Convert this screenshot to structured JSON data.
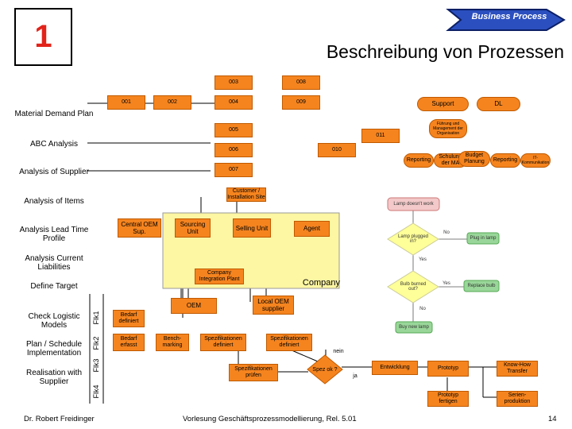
{
  "header": {
    "number": "1",
    "title": "Beschreibung von Prozessen",
    "badge": "Business Process"
  },
  "left_labels": [
    "Material Demand Plan",
    "ABC Analysis",
    "Analysis of Supplier",
    "Analysis of Items",
    "Analysis Lead Time Profile",
    "Analysis Current Liabilities",
    "Define Target",
    "Check Logistic Models",
    "Plan / Schedule Implementation",
    "Realisation with Supplier"
  ],
  "flk": [
    "Flk1",
    "Flk2",
    "Flk3",
    "Flk4"
  ],
  "nodes": {
    "n003": "003",
    "n008": "008",
    "n001": "001",
    "n002": "002",
    "n004": "004",
    "n009": "009",
    "n005": "005",
    "n011": "011",
    "n006": "006",
    "n010": "010",
    "n007": "007",
    "support": "Support",
    "dl": "DL",
    "fuehrung": "Führung und Management der Organisation",
    "reporting1": "Reporting",
    "schulung": "Schulung der MA",
    "budget": "Budget Planung",
    "reporting2": "Reporting",
    "it": "IT-Kommunikation",
    "customer": "Customer / Installation Site",
    "central": "Central OEM Sup.",
    "sourcing": "Sourcing Unit",
    "selling": "Selling Unit",
    "agent": "Agent",
    "company_plant": "Company Integration Plant",
    "company": "Company",
    "oem": "OEM",
    "local_oem": "Local OEM supplier",
    "bedarf_definiert": "Bedarf definiert",
    "bedarf_erfasst": "Bedarf erfasst",
    "benchmarking": "Bench-marking",
    "spez_def1": "Spezifikationen definiert",
    "spez_def2": "Spezifikationen definiert",
    "spez_pruefen": "Spezifikationen prüfen",
    "spez_ok": "Spez ok ?",
    "nein": "nein",
    "ja": "ja",
    "entwicklung": "Entwicklung",
    "prototyp": "Prototyp",
    "know_how": "Know-How Transfer",
    "prototyp_fertigen": "Prototyp fertigen",
    "serienproduktion": "Serien-produktion"
  },
  "lamp_flow": {
    "start": "Lamp doesn't work",
    "q1": "Lamp plugged in?",
    "no1": "No",
    "plug": "Plug in lamp",
    "yes1": "Yes",
    "q2": "Bulb burned out?",
    "yes2": "Yes",
    "replace": "Replace bulb",
    "no2": "No",
    "buy": "Buy new lamp"
  },
  "footer": {
    "author": "Dr. Robert Freidinger",
    "lecture": "Vorlesung Geschäftsprozessmodellierung, Rel. 5.01",
    "page": "14"
  },
  "colors": {
    "orange": "#f5841f",
    "green": "#6aa84f",
    "yellow_panel": "#fdf6a3",
    "title_red": "#e2231a"
  }
}
